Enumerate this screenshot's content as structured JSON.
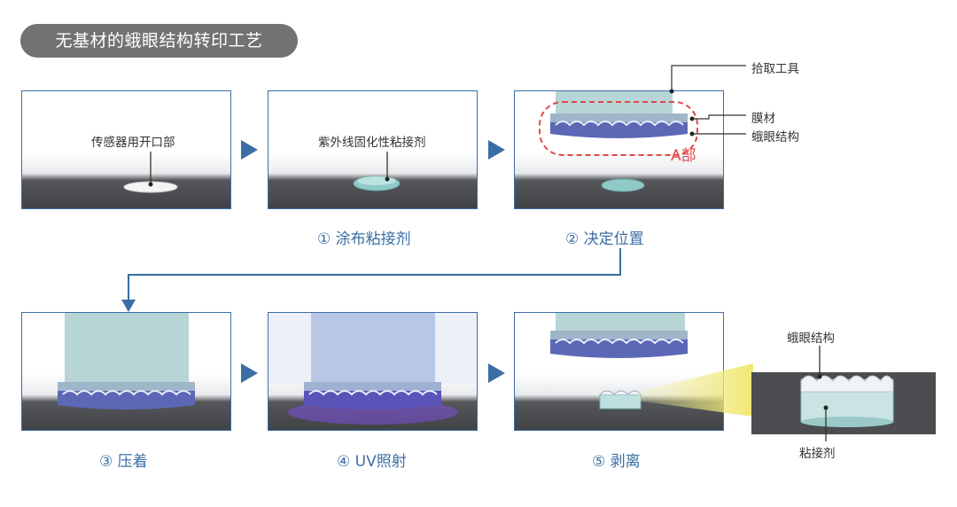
{
  "title": "无基材的蛾眼结构转印工艺",
  "panel1": {
    "note": "传感器用开口部"
  },
  "panel2": {
    "note": "紫外线固化性粘接剂",
    "caption": "① 涂布粘接剂"
  },
  "panel3": {
    "caption": "② 决定位置",
    "region_label": "A部"
  },
  "callouts": {
    "pickup_tool": "拾取工具",
    "film": "膜材",
    "moth_eye": "蛾眼结构"
  },
  "panel4": {
    "caption": "③ 压着"
  },
  "panel5": {
    "caption": "④ UV照射"
  },
  "panel6": {
    "caption": "⑤ 剥离"
  },
  "detail": {
    "top_label": "蛾眼结构",
    "bottom_label": "粘接剂"
  },
  "colors": {
    "accent": "#3a6ea5",
    "title_bg": "#727272",
    "region_dash": "#e04848",
    "caption": "#3b6fa5"
  }
}
